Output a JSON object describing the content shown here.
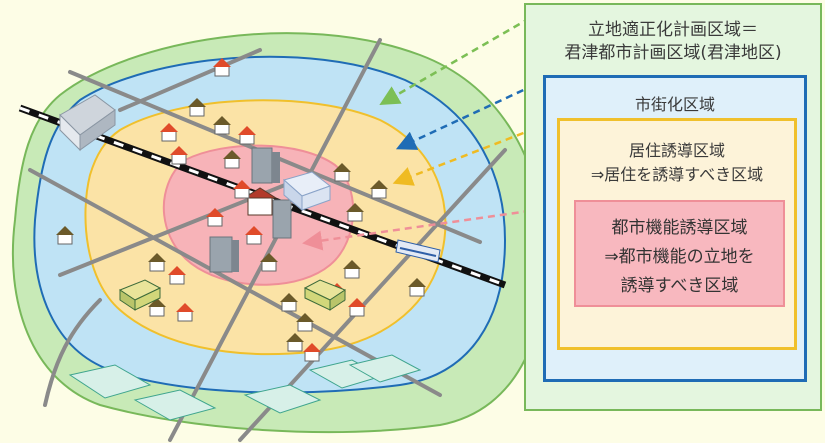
{
  "zones": {
    "planning_area": {
      "line1": "立地適正化計画区域＝",
      "line2": "君津都市計画区域(君津地区)",
      "border_color": "#78b85a",
      "fill_color": "#e4f6df"
    },
    "urbanization_area": {
      "label": "市街化区域",
      "border_color": "#1f6cb5",
      "fill_color": "#bfe3f5"
    },
    "residential_area": {
      "line1": "居住誘導区域",
      "line2": "⇒居住を誘導すべき区域",
      "border_color": "#f0c02c",
      "fill_color": "#fbe3a6"
    },
    "urban_function_area": {
      "line1": "都市機能誘導区域",
      "line2": "⇒都市機能の立地を",
      "line3": "誘導すべき区域",
      "border_color": "#ef8f98",
      "fill_color": "#f7b3b8"
    }
  },
  "icons": [
    "house-icon",
    "building-icon",
    "train-icon",
    "bus-icon",
    "station-icon",
    "factory-icon",
    "farmland-icon"
  ]
}
